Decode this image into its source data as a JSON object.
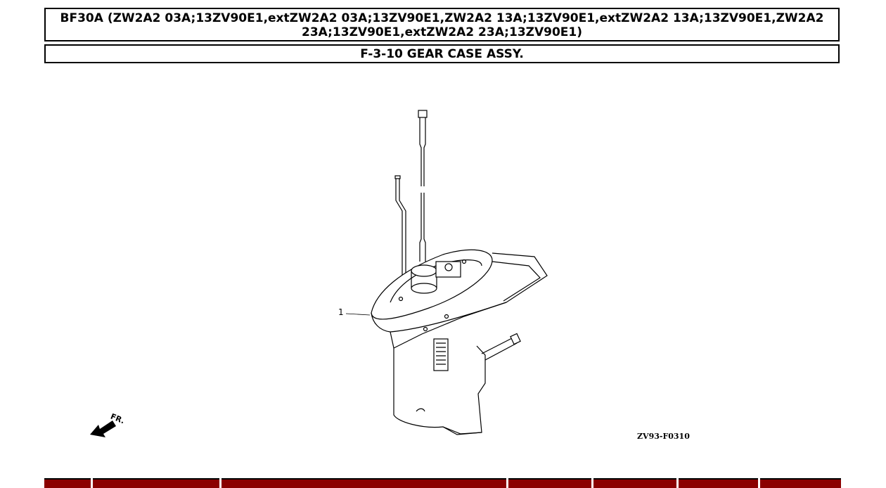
{
  "header": {
    "model": "BF30A (ZW2A2 03A;13ZV90E1,extZW2A2 03A;13ZV90E1,ZW2A2 13A;13ZV90E1,extZW2A2 13A;13ZV90E1,ZW2A2 23A;13ZV90E1,extZW2A2 23A;13ZV90E1)",
    "section": "F-3-10 GEAR CASE ASSY."
  },
  "diagram": {
    "callout": "1",
    "direction_label": "FR.",
    "figure_code": "ZV93-F0310"
  },
  "colors": {
    "table_header": "#8b0000",
    "border": "#000000"
  }
}
